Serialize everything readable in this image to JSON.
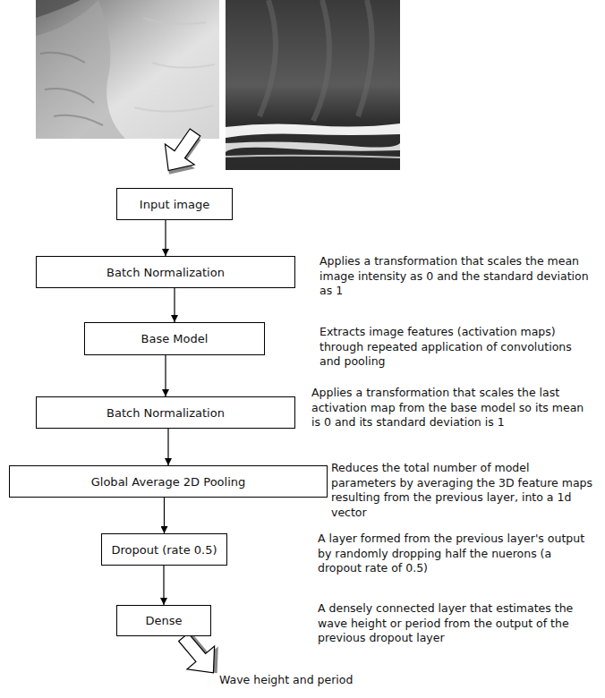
{
  "diagram": {
    "nodes": [
      {
        "text": [
          "Input image"
        ]
      },
      {
        "text": [
          "Batch Normalization"
        ]
      },
      {
        "text": [
          "Base Model"
        ]
      },
      {
        "text": [
          "Batch Normalization"
        ]
      },
      {
        "text": [
          "Global Average 2D Pooling"
        ]
      },
      {
        "text": [
          "Dropout (rate 0.5)"
        ]
      },
      {
        "text": [
          "Dense"
        ]
      }
    ],
    "edges": [
      {
        "from": 0,
        "to": 1,
        "arrow": "to"
      },
      {
        "from": 1,
        "to": 2,
        "arrow": "to"
      },
      {
        "from": 2,
        "to": 3,
        "arrow": "to"
      },
      {
        "from": 3,
        "to": 4,
        "arrow": "to"
      },
      {
        "from": 4,
        "to": 5,
        "arrow": "to"
      },
      {
        "from": 5,
        "to": 6,
        "arrow": "to"
      }
    ],
    "labels": [
      "Applies a transformation that scales the mean image intensity as 0 and the standard deviation as 1",
      "Extracts image features (activation maps) through repeated application of convolutions and pooling",
      "Applies a transformation that scales the last activation map from the base model so its mean is 0 and its standard deviation is 1",
      "Reduces the total number of model parameters by averaging the 3D feature maps resulting from the previous layer, into a 1d vector",
      "A layer formed from the previous layer's output by randomly dropping half the nuerons (a dropout rate of 0.5)",
      "A densely connected layer that estimates the wave height or period from the output of the previous dropout layer",
      "Wave height and period"
    ]
  }
}
